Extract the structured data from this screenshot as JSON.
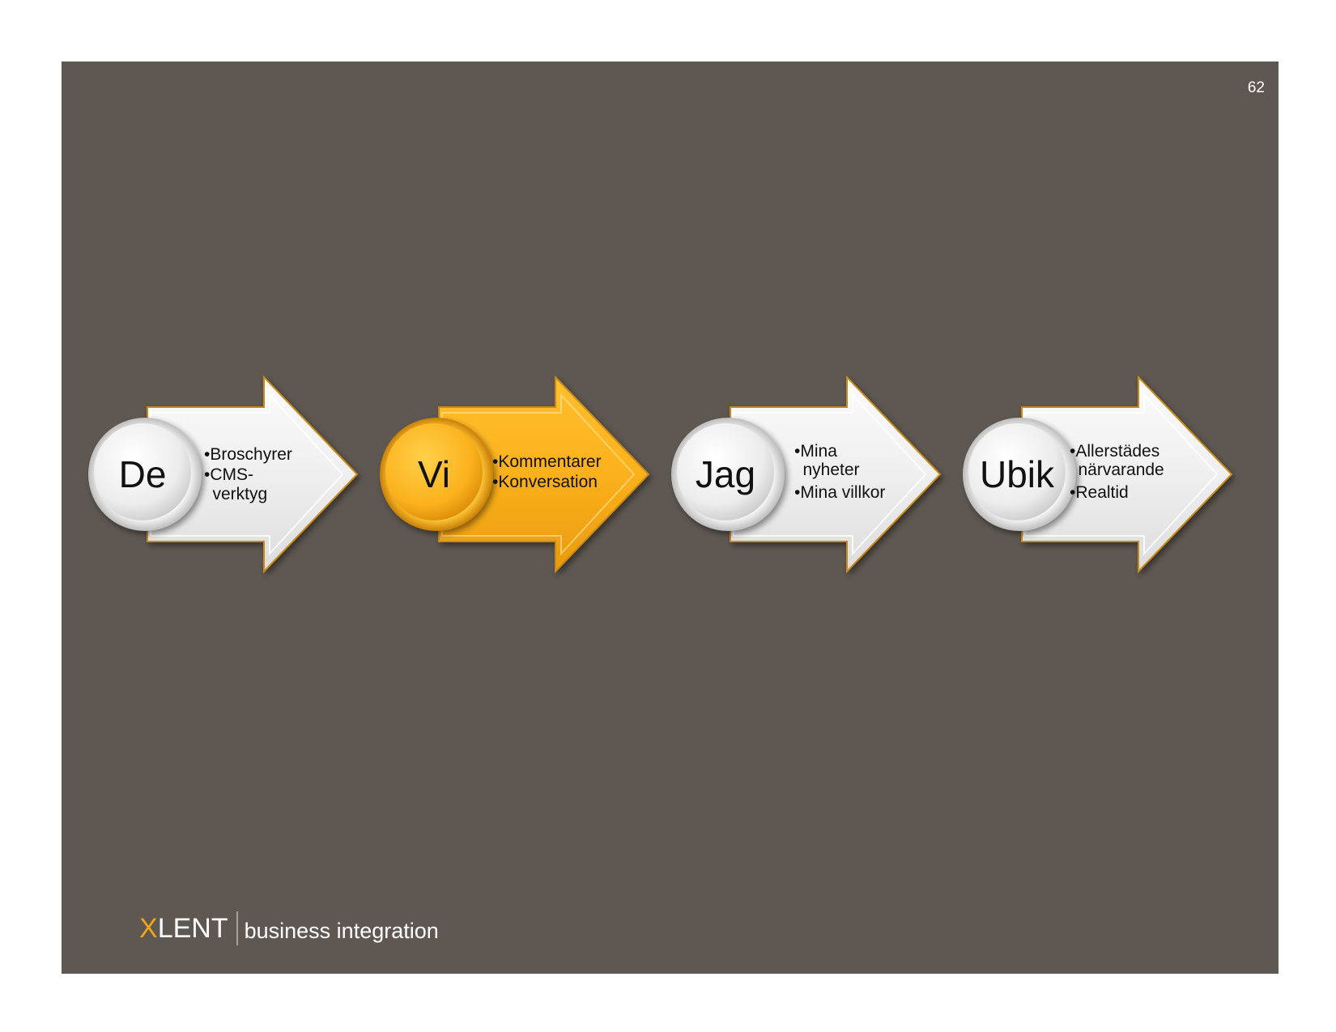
{
  "slide": {
    "page_number": "62"
  },
  "stages": [
    {
      "label": "De",
      "bullets": [
        "Broschyrer",
        "CMS-",
        "verktyg"
      ],
      "bullet_marks": [
        true,
        true,
        false
      ],
      "highlighted": false
    },
    {
      "label": "Vi",
      "bullets": [
        "Kommentarer",
        "Konversation"
      ],
      "bullet_marks": [
        true,
        true
      ],
      "highlighted": true
    },
    {
      "label": "Jag",
      "bullets": [
        "Mina",
        "nyheter",
        "Mina villkor"
      ],
      "bullet_marks": [
        true,
        false,
        true
      ],
      "highlighted": false
    },
    {
      "label": "Ubik",
      "bullets": [
        "Allerstädes",
        "närvarande",
        "Realtid"
      ],
      "bullet_marks": [
        true,
        false,
        true
      ],
      "highlighted": false
    }
  ],
  "logo": {
    "mark_x": "X",
    "mark_rest": "LENT",
    "tagline": "business integration"
  },
  "colors": {
    "background": "#5f5852",
    "accent": "#f2a516",
    "arrow_light": "#f3f3f3",
    "arrow_edge": "#c98a1a"
  }
}
